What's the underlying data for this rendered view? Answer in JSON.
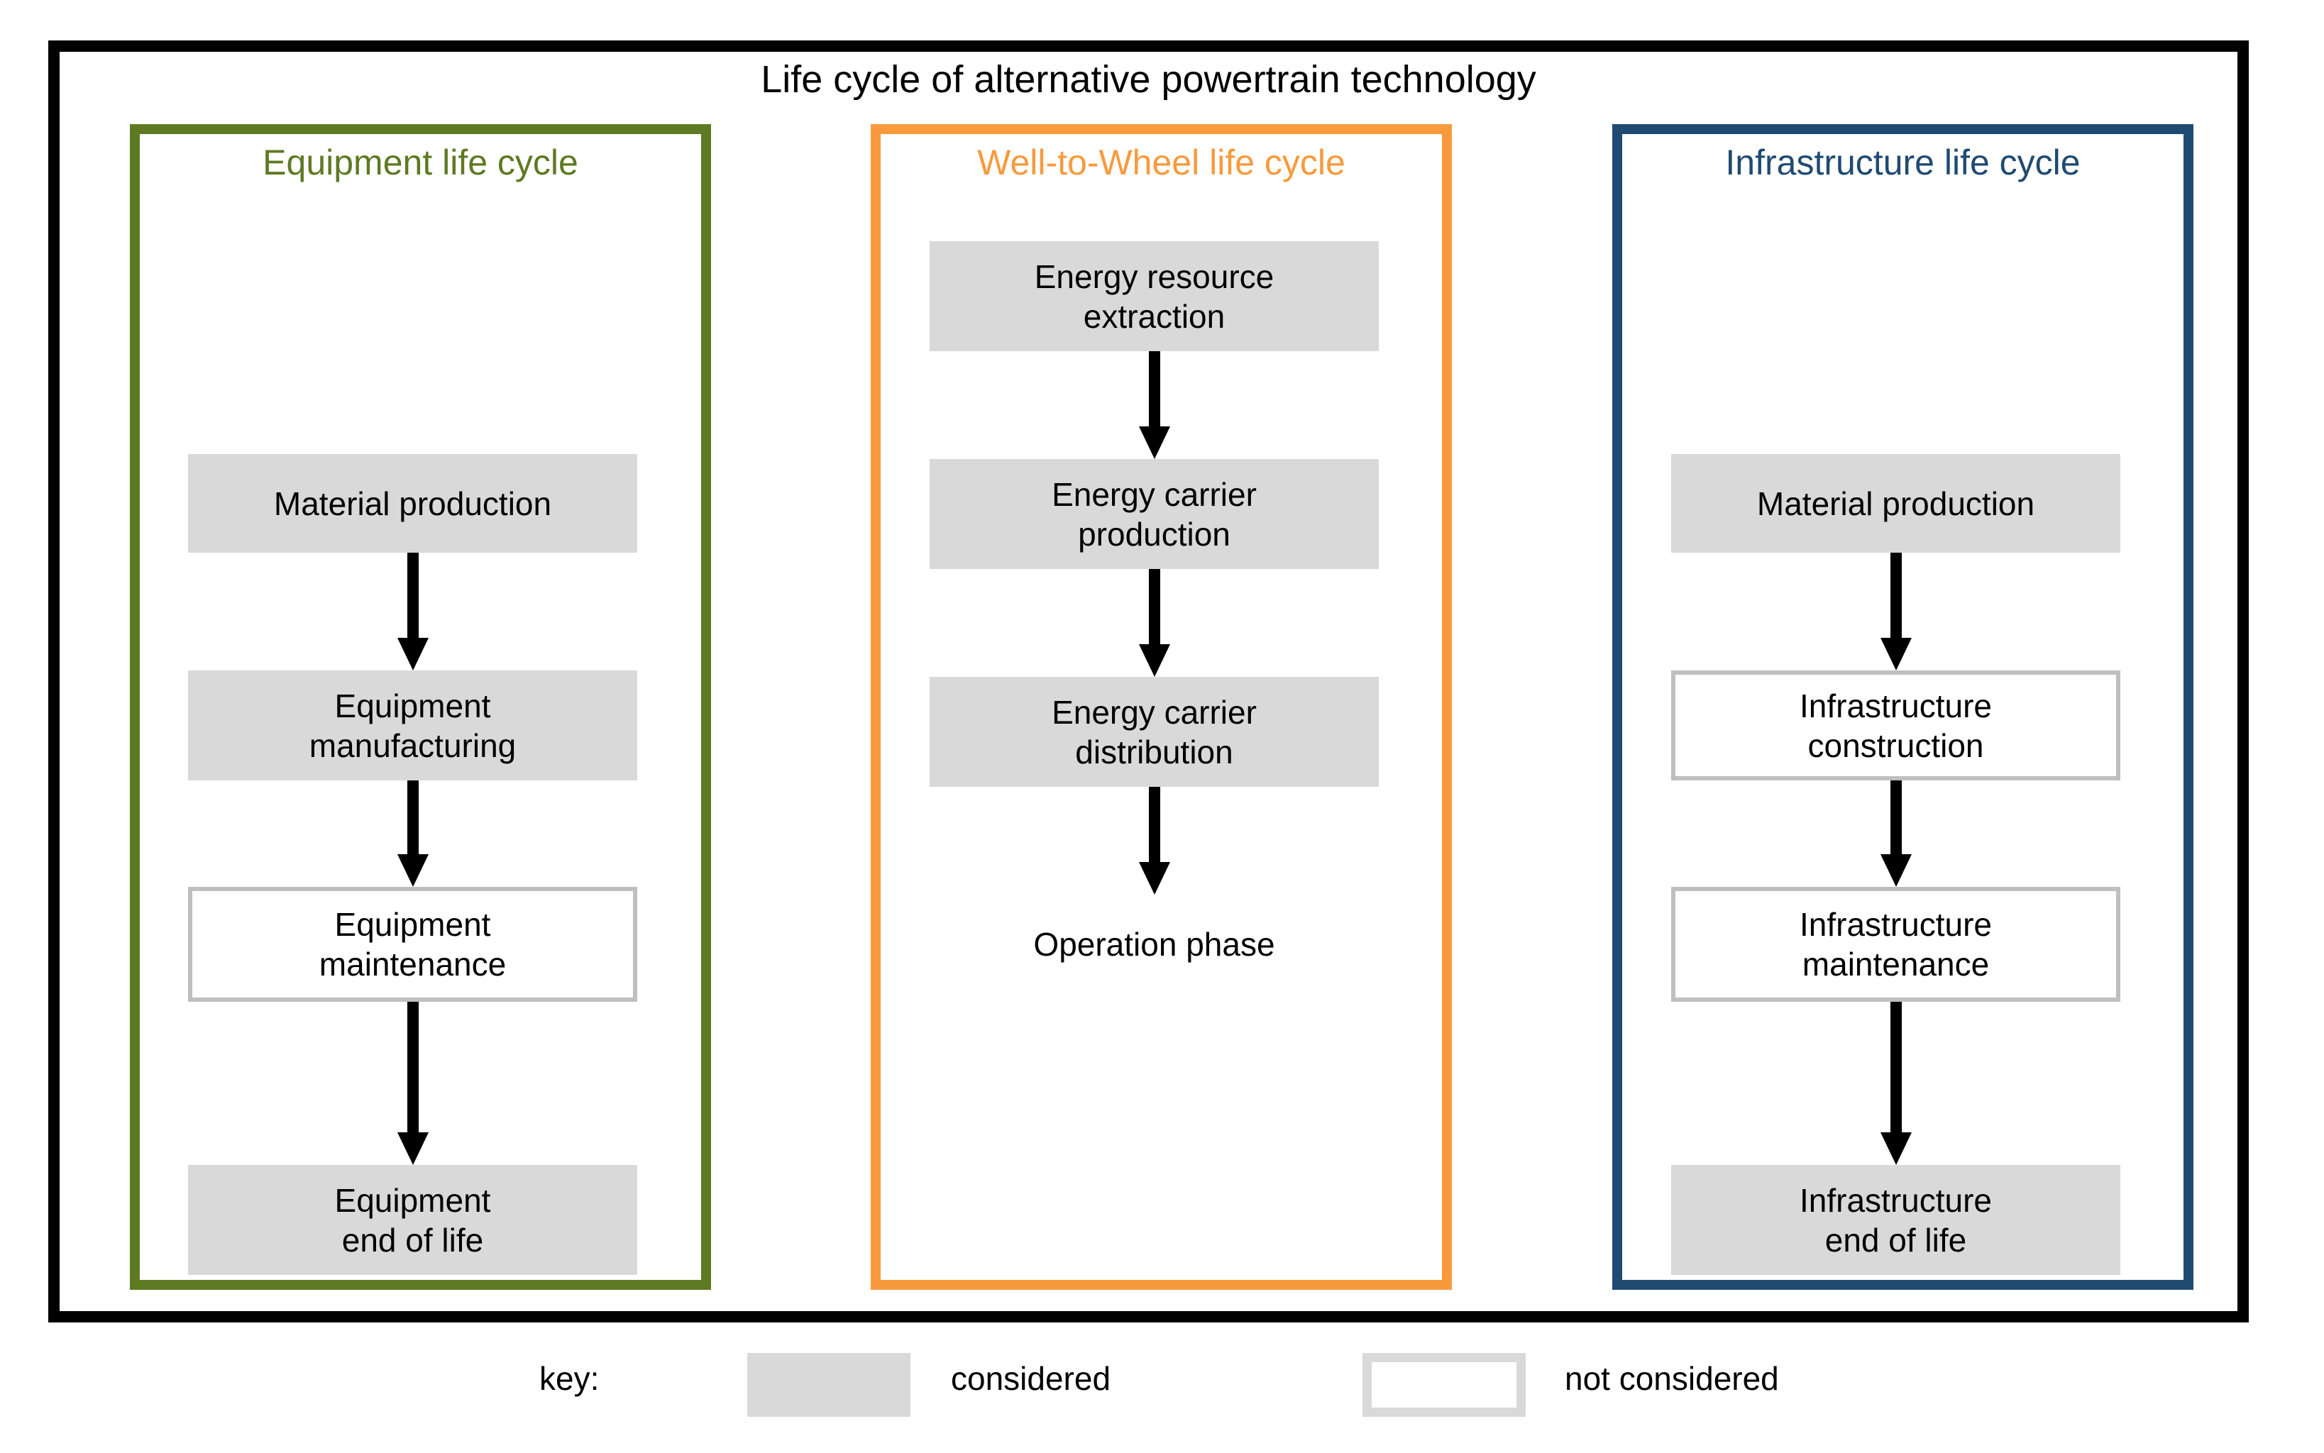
{
  "diagram": {
    "title": "Life cycle of alternative powertrain technology",
    "colors": {
      "frame": "#000000",
      "equipment": "#5E7A22",
      "well_to_wheel": "#F89A3C",
      "infrastructure": "#1F4A72",
      "considered_fill": "#d9d9d9",
      "not_considered_border": "#bfbfbf",
      "operation_band": "#d9d9d9"
    }
  },
  "columns": {
    "equipment": {
      "header": "Equipment life cycle",
      "steps": [
        {
          "label": "Material production",
          "status": "considered"
        },
        {
          "label": "Equipment\nmanufacturing",
          "line1": "Equipment",
          "line2": "manufacturing",
          "status": "considered"
        },
        {
          "label": "Equipment\nmaintenance",
          "line1": "Equipment",
          "line2": "maintenance",
          "status": "not considered"
        },
        {
          "label": "Equipment\nend of life",
          "line1": "Equipment",
          "line2": "end of life",
          "status": "considered"
        }
      ]
    },
    "well_to_wheel": {
      "header": "Well-to-Wheel life cycle",
      "steps": [
        {
          "label": "Energy resource\nextraction",
          "line1": "Energy resource",
          "line2": "extraction",
          "status": "considered"
        },
        {
          "label": "Energy carrier\nproduction",
          "line1": "Energy carrier",
          "line2": "production",
          "status": "considered"
        },
        {
          "label": "Energy carrier\ndistribution",
          "line1": "Energy carrier",
          "line2": "distribution",
          "status": "considered"
        },
        {
          "label": "Operation phase",
          "status": "considered"
        }
      ]
    },
    "infrastructure": {
      "header": "Infrastructure life cycle",
      "steps": [
        {
          "label": "Material production",
          "status": "considered"
        },
        {
          "label": "Infrastructure\nconstruction",
          "line1": "Infrastructure",
          "line2": "construction",
          "status": "not considered"
        },
        {
          "label": "Infrastructure\nmaintenance",
          "line1": "Infrastructure",
          "line2": "maintenance",
          "status": "not considered"
        },
        {
          "label": "Infrastructure\nend of life",
          "line1": "Infrastructure",
          "line2": "end of life",
          "status": "considered"
        }
      ]
    }
  },
  "key": {
    "label": "key:",
    "considered": "considered",
    "not_considered": "not considered"
  }
}
